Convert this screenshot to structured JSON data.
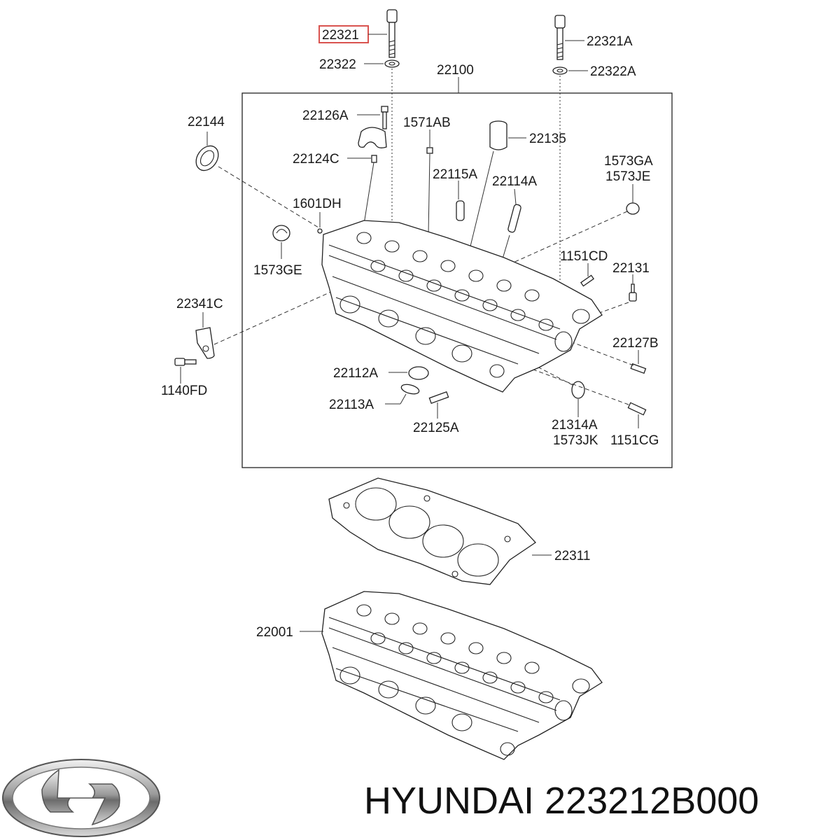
{
  "labels": {
    "p22321": "22321",
    "p22321A": "22321A",
    "p22322": "22322",
    "p22322A": "22322A",
    "p22100": "22100",
    "p22144": "22144",
    "p22126A": "22126A",
    "p1571AB": "1571AB",
    "p22135": "22135",
    "p22124C": "22124C",
    "p22115A": "22115A",
    "p22114A": "22114A",
    "p1573GA": "1573GA",
    "p1573JE": "1573JE",
    "p1601DH": "1601DH",
    "p1573GE": "1573GE",
    "p1151CD": "1151CD",
    "p22131": "22131",
    "p22341C": "22341C",
    "p22127B": "22127B",
    "p22112A": "22112A",
    "p1140FD": "1140FD",
    "p22113A": "22113A",
    "p22125A": "22125A",
    "p21314A": "21314A",
    "p1573JK": "1573JK",
    "p1151CG": "1151CG",
    "p22311": "22311",
    "p22001": "22001"
  },
  "highlighted_part": "22321",
  "highlight_color": "#d9534f",
  "caption": "HYUNDAI 223212B000",
  "logo": "hyundai-logo"
}
